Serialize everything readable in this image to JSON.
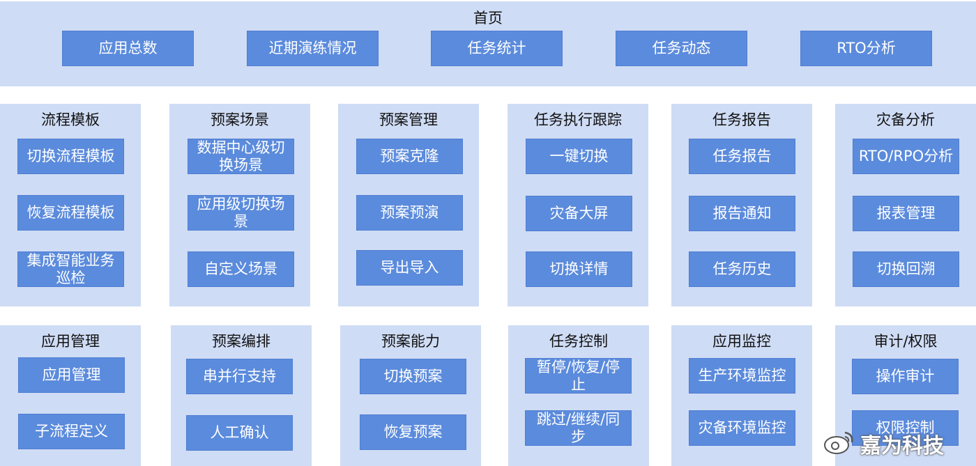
{
  "home": {
    "title": "首页",
    "items": [
      "应用总数",
      "近期演练情况",
      "任务统计",
      "任务动态",
      "RTO分析"
    ]
  },
  "row1": [
    {
      "title": "流程模板",
      "items": [
        "切换流程模板",
        "恢复流程模板",
        "集成智能业务巡检"
      ]
    },
    {
      "title": "预案场景",
      "items": [
        "数据中心级切换场景",
        "应用级切换场景",
        "自定义场景"
      ]
    },
    {
      "title": "预案管理",
      "items": [
        "预案克隆",
        "预案预演",
        "导出导入"
      ]
    },
    {
      "title": "任务执行跟踪",
      "items": [
        "一键切换",
        "灾备大屏",
        "切换详情"
      ]
    },
    {
      "title": "任务报告",
      "items": [
        "任务报告",
        "报告通知",
        "任务历史"
      ]
    },
    {
      "title": "灾备分析",
      "items": [
        "RTO/RPO分析",
        "报表管理",
        "切换回溯"
      ]
    }
  ],
  "row2": [
    {
      "title": "应用管理",
      "items": [
        "应用管理",
        "子流程定义"
      ]
    },
    {
      "title": "预案编排",
      "items": [
        "串并行支持",
        "人工确认"
      ]
    },
    {
      "title": "预案能力",
      "items": [
        "切换预案",
        "恢复预案"
      ]
    },
    {
      "title": "任务控制",
      "items": [
        "暂停/恢复/停止",
        "跳过/继续/同步"
      ]
    },
    {
      "title": "应用监控",
      "items": [
        "生产环境监控",
        "灾备环境监控"
      ]
    },
    {
      "title": "审计/权限",
      "items": [
        "操作审计",
        "权限控制"
      ]
    }
  ],
  "watermark": {
    "text": "嘉为科技",
    "icon": "weibo-icon"
  }
}
